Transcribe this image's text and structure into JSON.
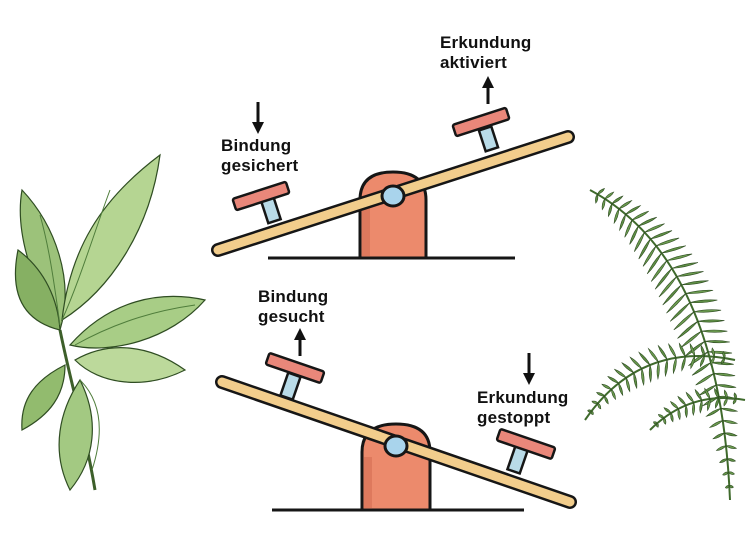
{
  "colors": {
    "plank": "#f2cd8c",
    "fulcrum": "#ec8a6c",
    "pivot": "#a9d4ec",
    "seat": "#e9877a",
    "seat_post": "#b9dbe8",
    "outline": "#161616",
    "leaf_green": "#8fb86a",
    "fern_green": "#4f7d3b"
  },
  "seesaws": [
    {
      "tilt": "left side down",
      "left_label": {
        "line1": "Bindung",
        "line2": "gesichert",
        "arrow": "down"
      },
      "right_label": {
        "line1": "Erkundung",
        "line2": "aktiviert",
        "arrow": "up"
      }
    },
    {
      "tilt": "right side down",
      "left_label": {
        "line1": "Bindung",
        "line2": "gesucht",
        "arrow": "up"
      },
      "right_label": {
        "line1": "Erkundung",
        "line2": "gestoppt",
        "arrow": "down"
      }
    }
  ],
  "decorations": [
    "tropical-leaf-plant",
    "fern-frond"
  ]
}
